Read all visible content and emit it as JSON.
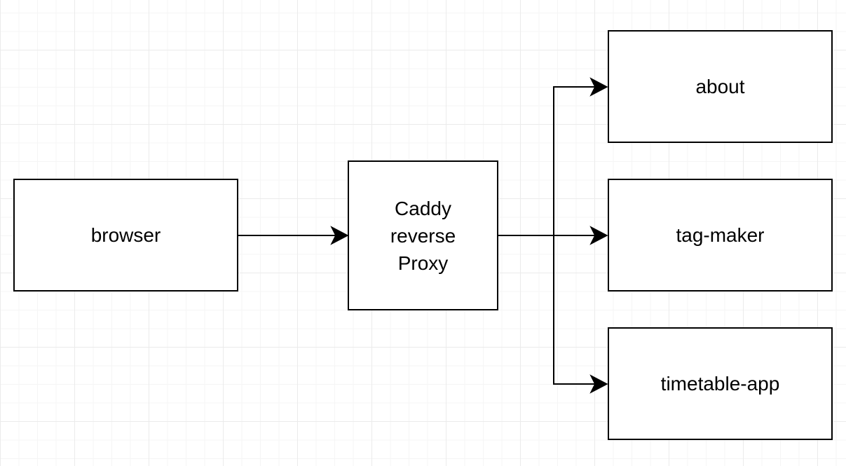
{
  "diagram": {
    "nodes": {
      "browser": {
        "label": "browser"
      },
      "proxy": {
        "label": "Caddy\nreverse\nProxy"
      },
      "about": {
        "label": "about"
      },
      "tag_maker": {
        "label": "tag-maker"
      },
      "timetable_app": {
        "label": "timetable-app"
      }
    },
    "edges": [
      {
        "from": "browser",
        "to": "proxy"
      },
      {
        "from": "proxy",
        "to": "about"
      },
      {
        "from": "proxy",
        "to": "tag-maker"
      },
      {
        "from": "proxy",
        "to": "timetable-app"
      }
    ],
    "colors": {
      "stroke": "#000000",
      "fill": "#ffffff",
      "grid": "#ebebeb"
    }
  }
}
